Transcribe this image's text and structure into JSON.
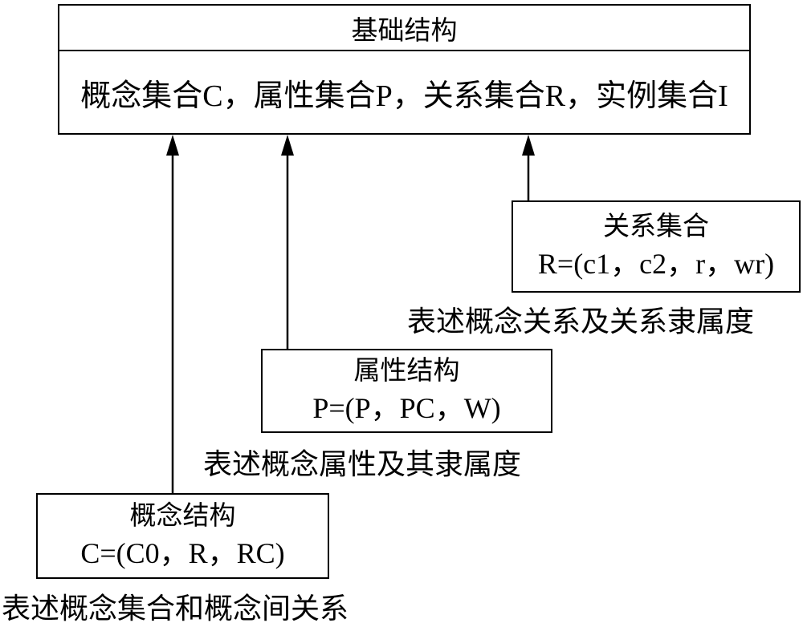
{
  "diagram": {
    "top_box": {
      "title": "基础结构",
      "content": "概念集合C，属性集合P，关系集合R，实例集合I"
    },
    "relation_box": {
      "title": "关系集合",
      "formula": "R=(c1，c2，r，wr)",
      "caption": "表述概念关系及关系隶属度"
    },
    "attribute_box": {
      "title": "属性结构",
      "formula": "P=(P，PC，W)",
      "caption": "表述概念属性及其隶属度"
    },
    "concept_box": {
      "title": "概念结构",
      "formula": "C=(C0，R，RC)",
      "caption": "表述概念集合和概念间关系"
    },
    "line_color": "#000000"
  }
}
